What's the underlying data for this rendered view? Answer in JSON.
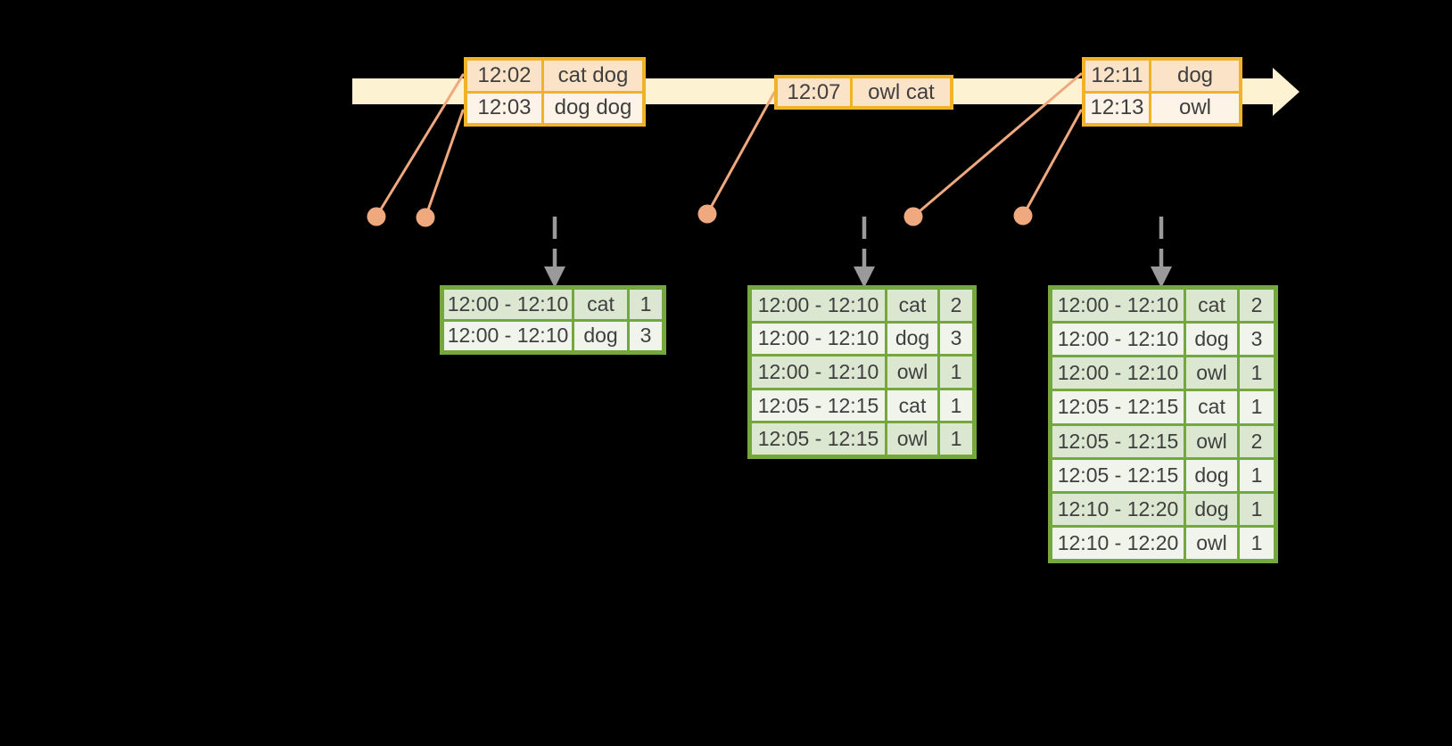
{
  "colors": {
    "bg": "#000000",
    "timeline": "#fdf3d2",
    "event_border": "#efb229",
    "event_row_a": "#fbe3c8",
    "event_row_b": "#fdf3e7",
    "result_border": "#75a73f",
    "result_row_a": "#dbe7d0",
    "result_row_b": "#f0f4eb",
    "dot": "#f0a87e",
    "arrow": "#9a9a9a",
    "text": "#3f3f3f"
  },
  "input_stream": {
    "event_tables": [
      {
        "rows": [
          [
            "12:02",
            "cat dog"
          ],
          [
            "12:03",
            "dog dog"
          ]
        ]
      },
      {
        "rows": [
          [
            "12:07",
            "owl cat"
          ]
        ]
      },
      {
        "rows": [
          [
            "12:11",
            "dog"
          ],
          [
            "12:13",
            "owl"
          ]
        ]
      }
    ]
  },
  "result_tables": [
    {
      "rows": [
        [
          "12:00 - 12:10",
          "cat",
          "1"
        ],
        [
          "12:00 - 12:10",
          "dog",
          "3"
        ]
      ]
    },
    {
      "rows": [
        [
          "12:00 - 12:10",
          "cat",
          "2"
        ],
        [
          "12:00 - 12:10",
          "dog",
          "3"
        ],
        [
          "12:00 - 12:10",
          "owl",
          "1"
        ],
        [
          "12:05 - 12:15",
          "cat",
          "1"
        ],
        [
          "12:05 - 12:15",
          "owl",
          "1"
        ]
      ]
    },
    {
      "rows": [
        [
          "12:00 - 12:10",
          "cat",
          "2"
        ],
        [
          "12:00 - 12:10",
          "dog",
          "3"
        ],
        [
          "12:00 - 12:10",
          "owl",
          "1"
        ],
        [
          "12:05 - 12:15",
          "cat",
          "1"
        ],
        [
          "12:05 - 12:15",
          "owl",
          "2"
        ],
        [
          "12:05 - 12:15",
          "dog",
          "1"
        ],
        [
          "12:10 - 12:20",
          "dog",
          "1"
        ],
        [
          "12:10 - 12:20",
          "owl",
          "1"
        ]
      ]
    }
  ]
}
